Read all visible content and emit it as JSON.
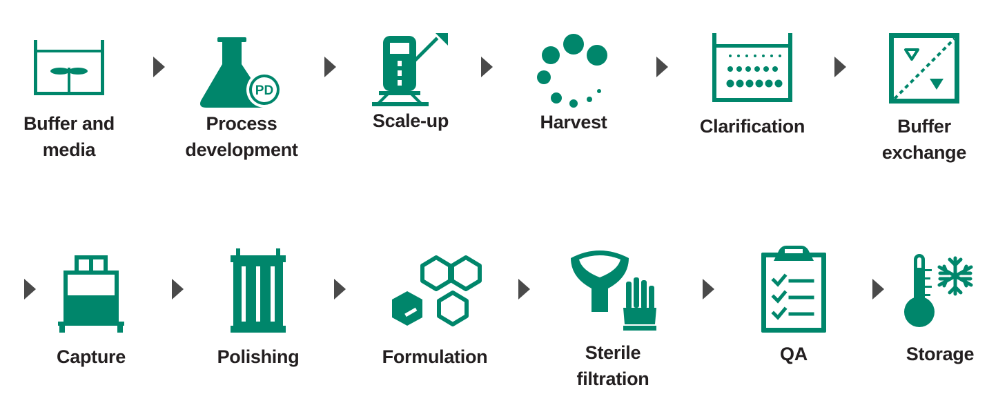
{
  "theme": {
    "icon_color": "#00866b",
    "arrow_color": "#4a4a4a",
    "text_color": "#231f20"
  },
  "row1": [
    {
      "label": "Buffer and\nmedia",
      "icon": "mixing-tank-icon"
    },
    {
      "label": "Process\ndevelopment",
      "icon": "flask-pd-icon",
      "badge": "PD"
    },
    {
      "label": "Scale-up",
      "icon": "bioreactor-scale-up-icon"
    },
    {
      "label": "Harvest",
      "icon": "dots-spinner-icon"
    },
    {
      "label": "Clarification",
      "icon": "depth-filter-icon"
    },
    {
      "label": "Buffer\nexchange",
      "icon": "tff-cassette-icon"
    }
  ],
  "row2": [
    {
      "label": "Capture",
      "icon": "chromatography-system-icon"
    },
    {
      "label": "Polishing",
      "icon": "column-icon"
    },
    {
      "label": "Formulation",
      "icon": "hexagons-icon"
    },
    {
      "label": "Sterile\nfiltration",
      "icon": "funnel-glove-icon"
    },
    {
      "label": "QA",
      "icon": "clipboard-checklist-icon"
    },
    {
      "label": "Storage",
      "icon": "thermometer-snowflake-icon"
    }
  ]
}
